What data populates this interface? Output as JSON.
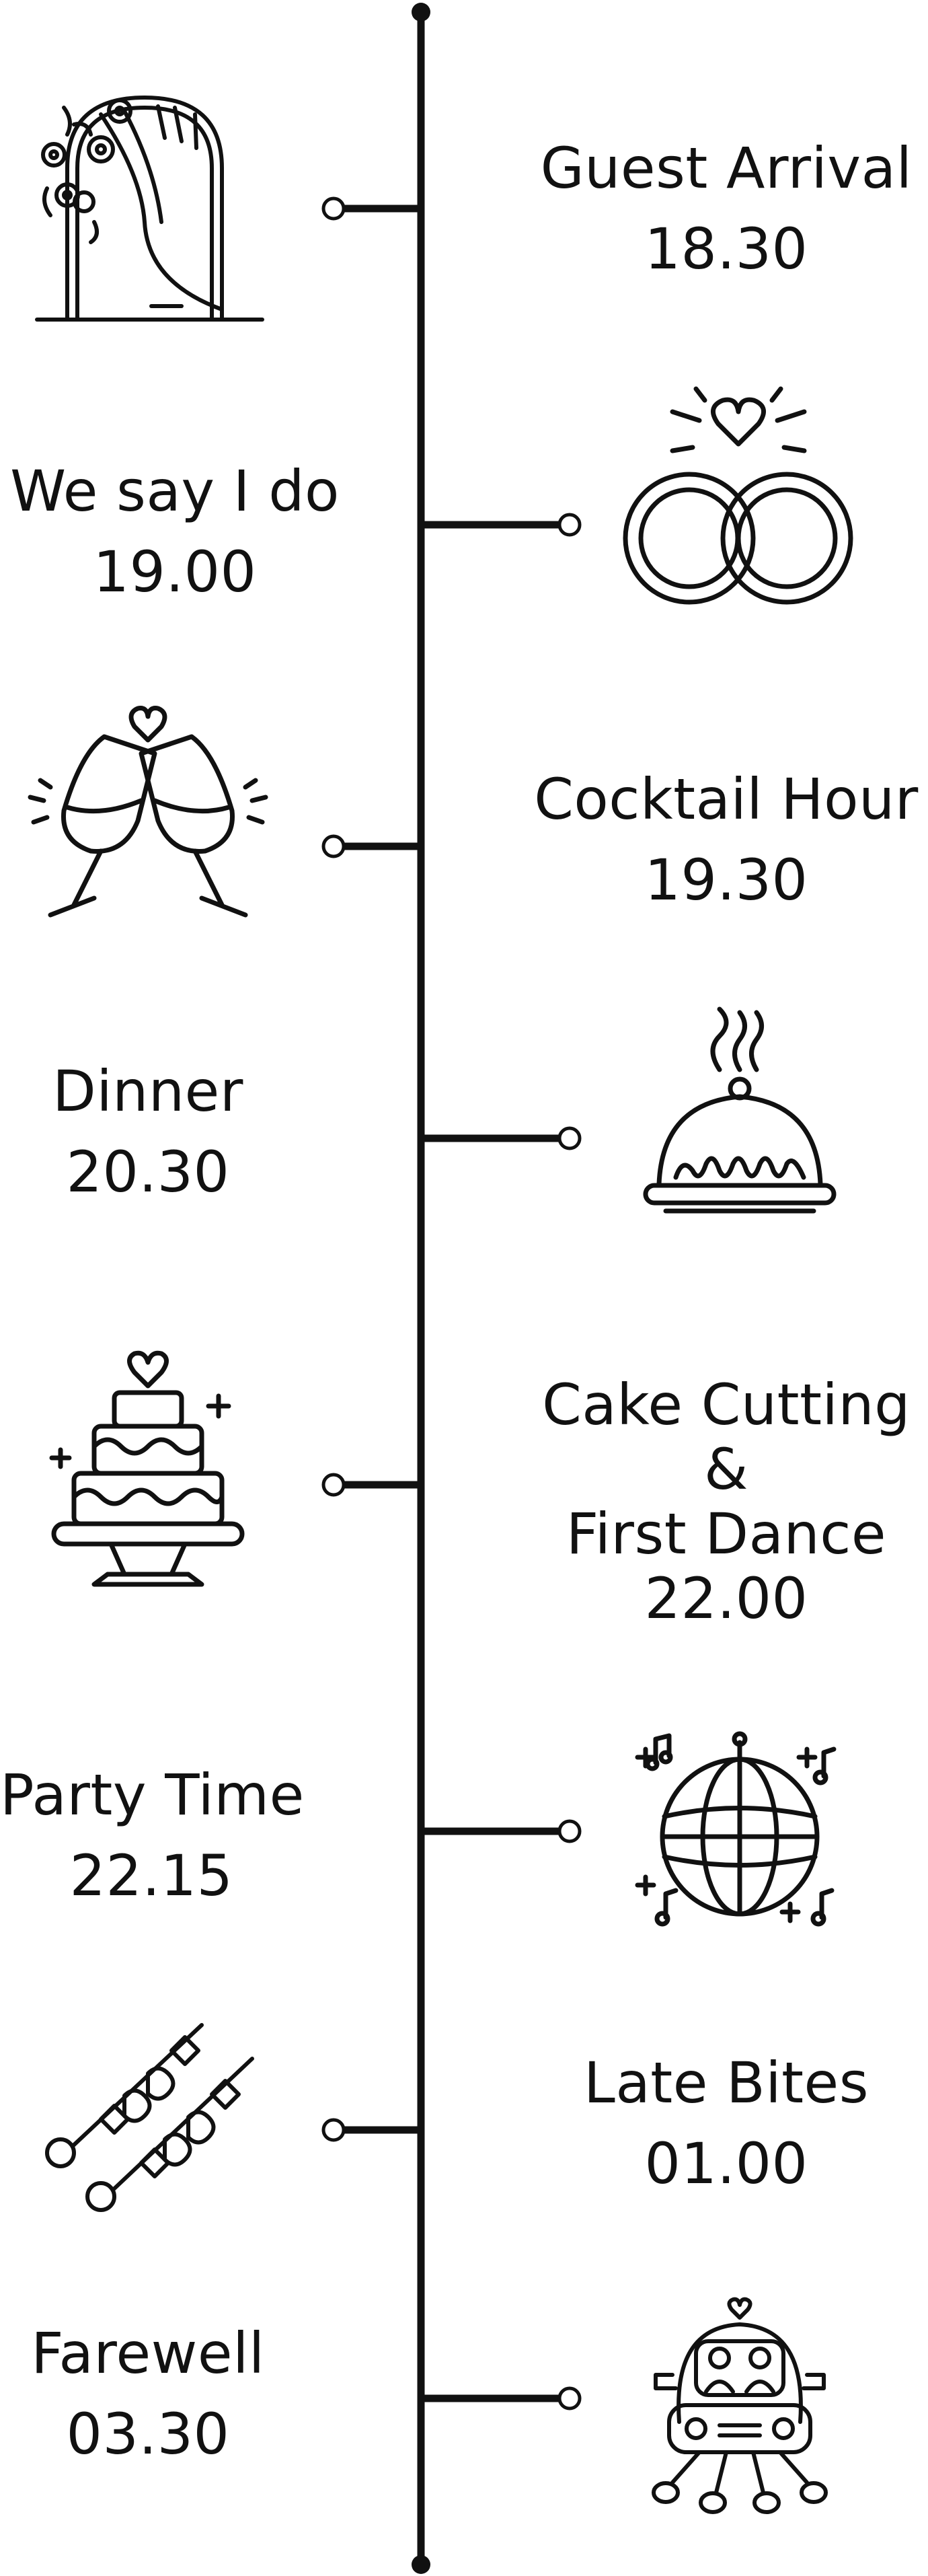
{
  "timeline": {
    "events": [
      {
        "title": "Guest Arrival",
        "time": "18.30",
        "icon": "floral-arch-icon"
      },
      {
        "title": "We say I do",
        "time": "19.00",
        "icon": "wedding-rings-icon"
      },
      {
        "title": "Cocktail Hour",
        "time": "19.30",
        "icon": "champagne-toast-icon"
      },
      {
        "title": "Dinner",
        "time": "20.30",
        "icon": "serving-cloche-icon"
      },
      {
        "title_lines": [
          "Cake Cutting",
          "&",
          "First Dance"
        ],
        "time": "22.00",
        "icon": "wedding-cake-icon"
      },
      {
        "title": "Party Time",
        "time": "22.15",
        "icon": "disco-ball-icon"
      },
      {
        "title": "Late Bites",
        "time": "01.00",
        "icon": "skewers-icon"
      },
      {
        "title": "Farewell",
        "time": "03.30",
        "icon": "just-married-car-icon"
      }
    ]
  }
}
